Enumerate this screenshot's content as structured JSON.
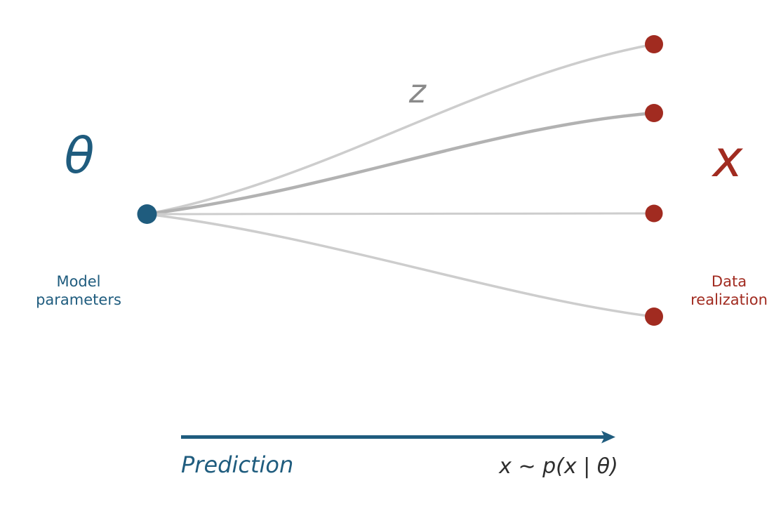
{
  "colors": {
    "parameter_blue": "#1f5c7e",
    "data_red": "#a12b20",
    "curve_light": "#cdcdcd",
    "curve_emphasis": "#b2b2b2",
    "z_label_gray": "#8a8a8a",
    "formula_text": "#2e2e2e",
    "background": "#ffffff"
  },
  "left_node": {
    "symbol": "θ",
    "caption_line1": "Model",
    "caption_line2": "parameters"
  },
  "right_nodes": {
    "symbol": "x",
    "caption_line1": "Data",
    "caption_line2": "realization",
    "count": 4
  },
  "trajectories": {
    "label": "z",
    "count": 4
  },
  "prediction_arrow": {
    "label": "Prediction",
    "formula": "x ∼ p(x | θ)"
  }
}
